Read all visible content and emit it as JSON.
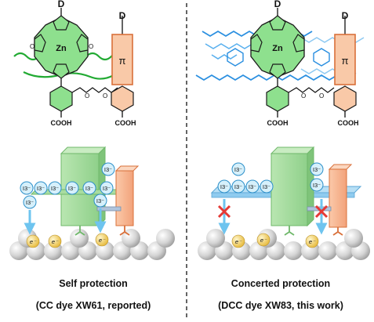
{
  "left_panel": {
    "donor_label": "D",
    "metal_label": "Zn",
    "pi_label": "π",
    "anchor_left": "COOH",
    "anchor_right": "COOH",
    "oxygen_label": "O",
    "iodide_label": "I3⁻",
    "electron_label": "e⁻",
    "caption_line1": "Self protection",
    "caption_line2": "(CC dye XW61, reported)"
  },
  "right_panel": {
    "donor_label": "D",
    "metal_label": "Zn",
    "pi_label": "π",
    "anchor_left": "COOH",
    "anchor_right": "COOH",
    "oxygen_label": "O",
    "iodide_label": "I3⁻",
    "electron_label": "e⁻",
    "caption_line1": "Concerted protection",
    "caption_line2": "(DCC dye XW83, this work)"
  },
  "colors": {
    "porphyrin_fill": "#8ee08e",
    "porphyrin_stroke": "#1a1a1a",
    "green_chain": "#22aa33",
    "blue_chain": "#2a8fe0",
    "pi_fill": "#f9c9a8",
    "pi_stroke": "#d9703a",
    "tio2": "#cfcfcf",
    "electron": "#f5d77a",
    "iodide": "#d6f0fb",
    "iodide_stroke": "#2c8fc9",
    "block_green": "#a8dca0",
    "block_orange": "#f6b48e",
    "cross": "#e53935"
  }
}
